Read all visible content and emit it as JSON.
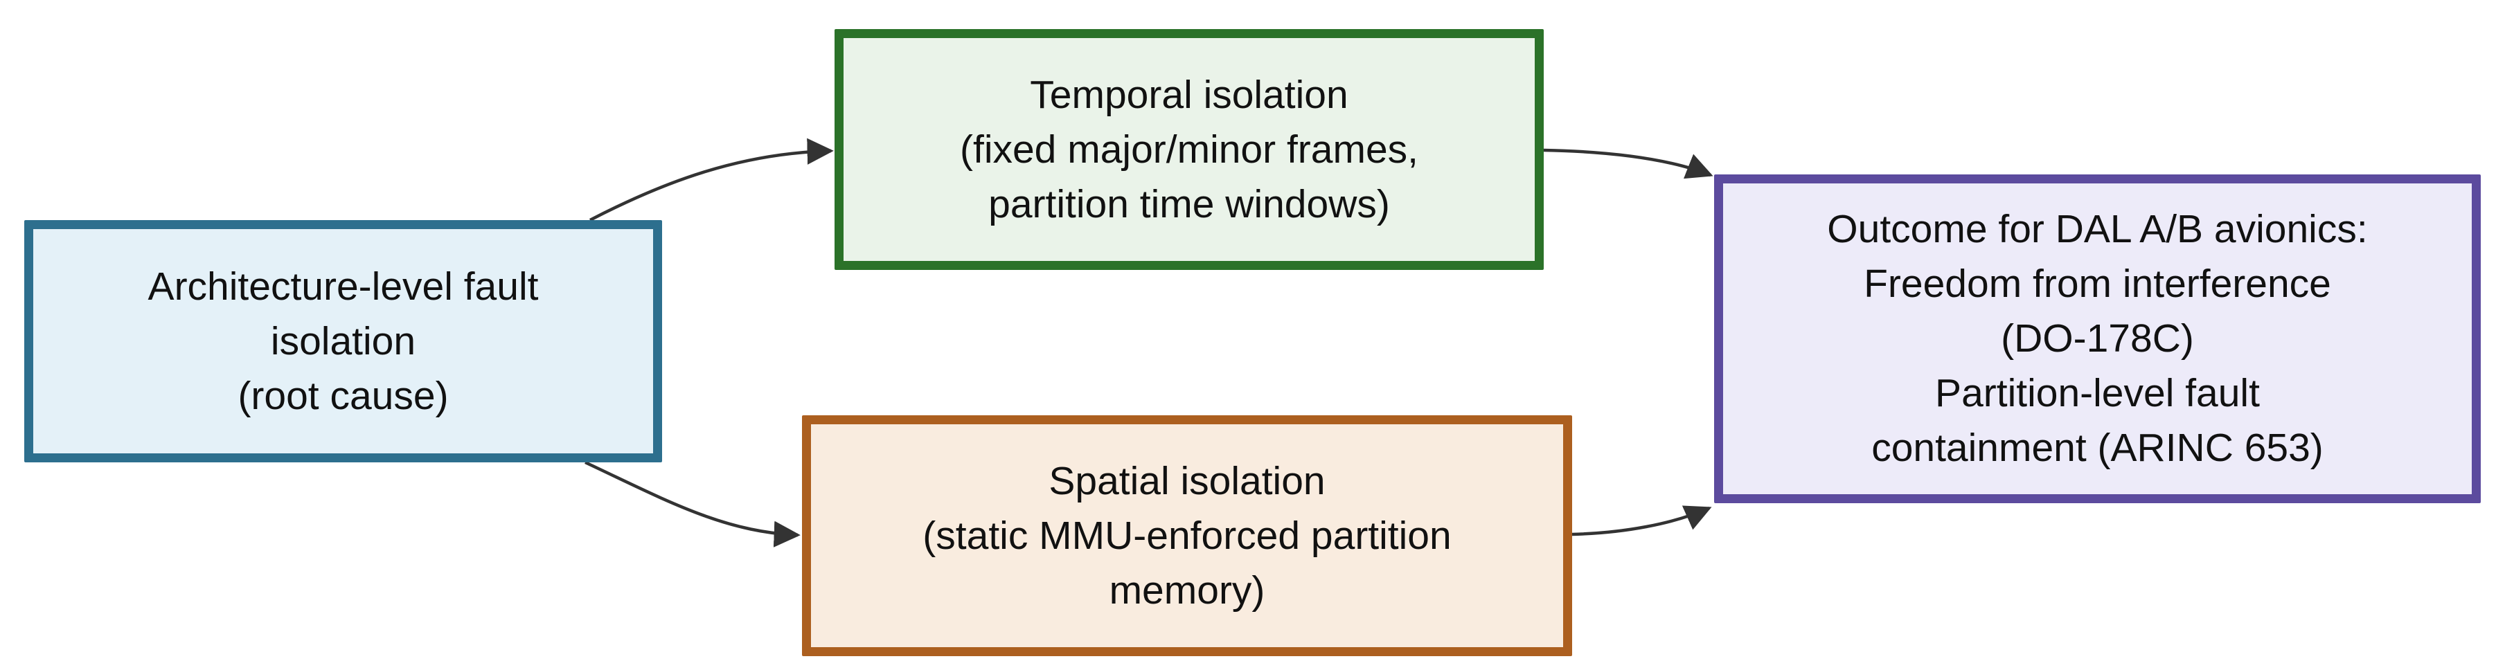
{
  "diagram": {
    "background_color": "#ffffff",
    "arrow_color": "#333333",
    "text_color": "#111111",
    "nodes": {
      "root": {
        "label": "Architecture-level fault\nisolation\n(root cause)",
        "border_color": "#2d6f8e",
        "fill_color": "#e4f1f8"
      },
      "temporal": {
        "label": "Temporal isolation\n(fixed major/minor frames,\npartition time windows)",
        "border_color": "#2b7229",
        "fill_color": "#eaf3e9"
      },
      "spatial": {
        "label": "Spatial isolation\n(static MMU-enforced partition\nmemory)",
        "border_color": "#ac5f1f",
        "fill_color": "#f9ecdf"
      },
      "outcome": {
        "label": "Outcome for DAL A/B avionics:\nFreedom from interference\n(DO-178C)\nPartition-level fault\ncontainment (ARINC 653)",
        "border_color": "#5c4b9e",
        "fill_color": "#edebf9"
      }
    },
    "edges": [
      {
        "from": "root",
        "to": "temporal"
      },
      {
        "from": "root",
        "to": "spatial"
      },
      {
        "from": "temporal",
        "to": "outcome"
      },
      {
        "from": "spatial",
        "to": "outcome"
      }
    ]
  }
}
